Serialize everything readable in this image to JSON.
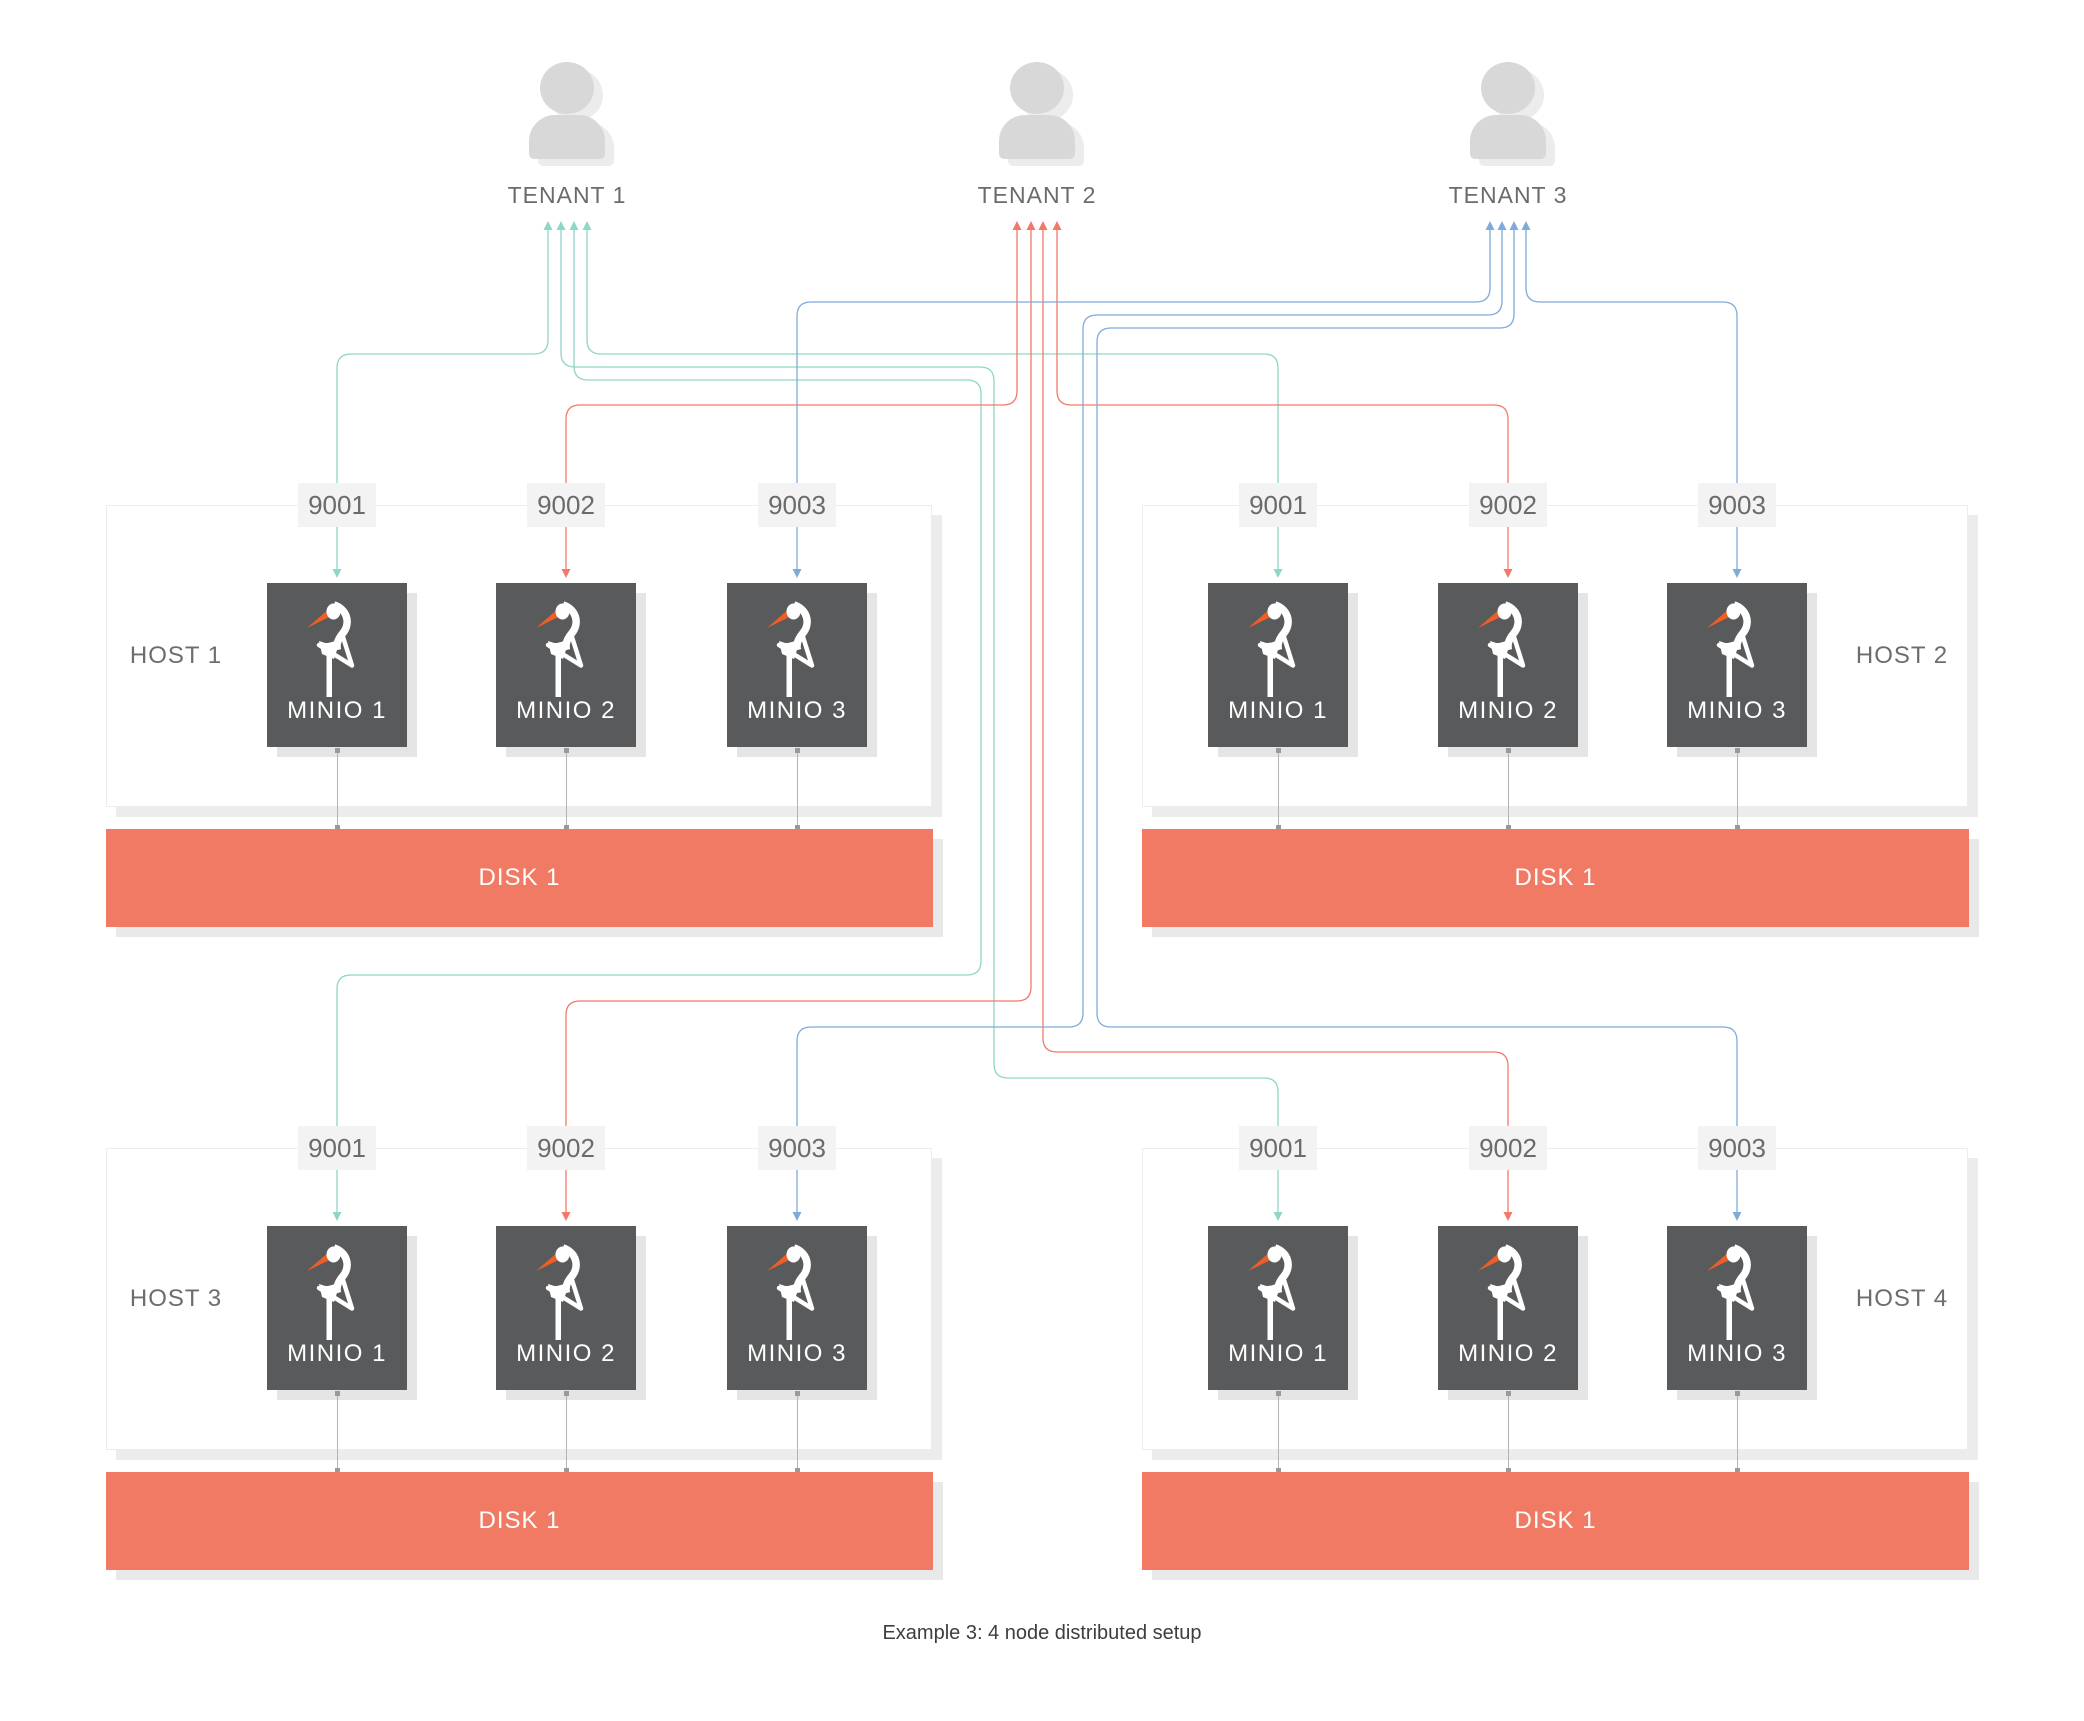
{
  "caption": "Example 3: 4 node distributed setup",
  "tenants": [
    {
      "id": "tenant-1",
      "label": "TENANT 1",
      "color": "#8fd6c5"
    },
    {
      "id": "tenant-2",
      "label": "TENANT 2",
      "color": "#f2796a"
    },
    {
      "id": "tenant-3",
      "label": "TENANT 3",
      "color": "#7fabda"
    }
  ],
  "hosts": [
    {
      "id": "host-1",
      "label": "HOST 1",
      "label_side": "left",
      "disk_label": "DISK 1",
      "nodes": [
        {
          "port": "9001",
          "label": "MINIO 1"
        },
        {
          "port": "9002",
          "label": "MINIO 2"
        },
        {
          "port": "9003",
          "label": "MINIO 3"
        }
      ]
    },
    {
      "id": "host-2",
      "label": "HOST 2",
      "label_side": "right",
      "disk_label": "DISK 1",
      "nodes": [
        {
          "port": "9001",
          "label": "MINIO 1"
        },
        {
          "port": "9002",
          "label": "MINIO 2"
        },
        {
          "port": "9003",
          "label": "MINIO 3"
        }
      ]
    },
    {
      "id": "host-3",
      "label": "HOST 3",
      "label_side": "left",
      "disk_label": "DISK 1",
      "nodes": [
        {
          "port": "9001",
          "label": "MINIO 1"
        },
        {
          "port": "9002",
          "label": "MINIO 2"
        },
        {
          "port": "9003",
          "label": "MINIO 3"
        }
      ]
    },
    {
      "id": "host-4",
      "label": "HOST 4",
      "label_side": "right",
      "disk_label": "DISK 1",
      "nodes": [
        {
          "port": "9001",
          "label": "MINIO 1"
        },
        {
          "port": "9002",
          "label": "MINIO 2"
        },
        {
          "port": "9003",
          "label": "MINIO 3"
        }
      ]
    }
  ],
  "connections": [
    {
      "tenant": "tenant-1",
      "host": "host-1",
      "port": "9001"
    },
    {
      "tenant": "tenant-1",
      "host": "host-2",
      "port": "9001"
    },
    {
      "tenant": "tenant-1",
      "host": "host-3",
      "port": "9001"
    },
    {
      "tenant": "tenant-1",
      "host": "host-4",
      "port": "9001"
    },
    {
      "tenant": "tenant-2",
      "host": "host-1",
      "port": "9002"
    },
    {
      "tenant": "tenant-2",
      "host": "host-2",
      "port": "9002"
    },
    {
      "tenant": "tenant-2",
      "host": "host-3",
      "port": "9002"
    },
    {
      "tenant": "tenant-2",
      "host": "host-4",
      "port": "9002"
    },
    {
      "tenant": "tenant-3",
      "host": "host-1",
      "port": "9003"
    },
    {
      "tenant": "tenant-3",
      "host": "host-2",
      "port": "9003"
    },
    {
      "tenant": "tenant-3",
      "host": "host-3",
      "port": "9003"
    },
    {
      "tenant": "tenant-3",
      "host": "host-4",
      "port": "9003"
    }
  ],
  "colors": {
    "tenant1_wire": "#8fd6c5",
    "tenant2_wire": "#f2796a",
    "tenant3_wire": "#7fabda",
    "disk": "#f07a63",
    "minio_box": "#595a5b",
    "beak_orange": "#ee5f28"
  },
  "icons": {
    "tenant": "person-icon",
    "node": "minio-bird-icon"
  }
}
